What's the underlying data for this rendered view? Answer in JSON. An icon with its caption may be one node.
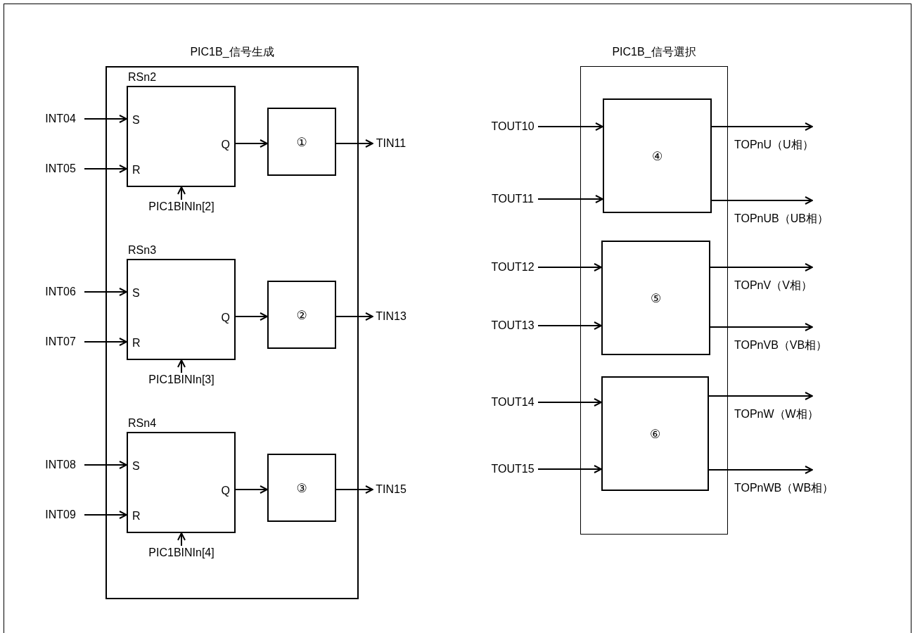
{
  "diagram": {
    "nodes": [
      {
        "text": [
          "PIC1B_信号生成"
        ]
      },
      {
        "text": [
          "RSn2",
          "S",
          "R",
          "Q"
        ],
        "in": 0
      },
      {
        "text": [
          "①"
        ],
        "in": 0
      },
      {
        "text": [
          "INT04"
        ]
      },
      {
        "text": [
          "INT05"
        ]
      },
      {
        "text": [
          "PIC1BINIn[2]"
        ],
        "in": 0
      },
      {
        "text": [
          "TIN11"
        ]
      },
      {
        "text": [
          "RSn3",
          "S",
          "R",
          "Q"
        ],
        "in": 0
      },
      {
        "text": [
          "②"
        ],
        "in": 0
      },
      {
        "text": [
          "INT06"
        ]
      },
      {
        "text": [
          "INT07"
        ]
      },
      {
        "text": [
          "PIC1BINIn[3]"
        ],
        "in": 0
      },
      {
        "text": [
          "TIN13"
        ]
      },
      {
        "text": [
          "RSn4",
          "S",
          "R",
          "Q"
        ],
        "in": 0
      },
      {
        "text": [
          "③"
        ],
        "in": 0
      },
      {
        "text": [
          "INT08"
        ]
      },
      {
        "text": [
          "INT09"
        ]
      },
      {
        "text": [
          "PIC1BINIn[4]"
        ],
        "in": 0
      },
      {
        "text": [
          "TIN15"
        ]
      },
      {
        "text": [
          "PIC1B_信号選択"
        ]
      },
      {
        "text": [
          "④"
        ],
        "in": 19
      },
      {
        "text": [
          "TOUT10"
        ]
      },
      {
        "text": [
          "TOUT11"
        ]
      },
      {
        "text": [
          "⑤"
        ],
        "in": 19
      },
      {
        "text": [
          "TOUT12"
        ]
      },
      {
        "text": [
          "TOUT13"
        ]
      },
      {
        "text": [
          "⑥"
        ],
        "in": 19
      },
      {
        "text": [
          "TOUT14"
        ]
      },
      {
        "text": [
          "TOUT15"
        ]
      },
      {
        "text": [
          "TOPnU（U相）"
        ]
      },
      {
        "text": [
          "TOPnUB（UB相）"
        ]
      },
      {
        "text": [
          "TOPnV（V相）"
        ]
      },
      {
        "text": [
          "TOPnVB（VB相）"
        ]
      },
      {
        "text": [
          "TOPnW（W相）"
        ]
      },
      {
        "text": [
          "TOPnWB（WB相）"
        ]
      }
    ],
    "edges": [
      {
        "from": 3,
        "to": 1,
        "arrow": "to"
      },
      {
        "from": 4,
        "to": 1,
        "arrow": "to"
      },
      {
        "from": 5,
        "to": 1,
        "arrow": "to"
      },
      {
        "from": 1,
        "to": 2,
        "arrow": "to"
      },
      {
        "from": 2,
        "to": 6,
        "arrow": "to"
      },
      {
        "from": 9,
        "to": 7,
        "arrow": "to"
      },
      {
        "from": 10,
        "to": 7,
        "arrow": "to"
      },
      {
        "from": 11,
        "to": 7,
        "arrow": "to"
      },
      {
        "from": 7,
        "to": 8,
        "arrow": "to"
      },
      {
        "from": 8,
        "to": 12,
        "arrow": "to"
      },
      {
        "from": 15,
        "to": 13,
        "arrow": "to"
      },
      {
        "from": 16,
        "to": 13,
        "arrow": "to"
      },
      {
        "from": 17,
        "to": 13,
        "arrow": "to"
      },
      {
        "from": 13,
        "to": 14,
        "arrow": "to"
      },
      {
        "from": 14,
        "to": 18,
        "arrow": "to"
      },
      {
        "from": 21,
        "to": 20,
        "arrow": "to"
      },
      {
        "from": 22,
        "to": 20,
        "arrow": "to"
      },
      {
        "from": 20,
        "to": 29,
        "arrow": "to"
      },
      {
        "from": 20,
        "to": 30,
        "arrow": "to"
      },
      {
        "from": 24,
        "to": 23,
        "arrow": "to"
      },
      {
        "from": 25,
        "to": 23,
        "arrow": "to"
      },
      {
        "from": 23,
        "to": 31,
        "arrow": "to"
      },
      {
        "from": 23,
        "to": 32,
        "arrow": "to"
      },
      {
        "from": 27,
        "to": 26,
        "arrow": "to"
      },
      {
        "from": 28,
        "to": 26,
        "arrow": "to"
      },
      {
        "from": 26,
        "to": 33,
        "arrow": "to"
      },
      {
        "from": 26,
        "to": 34,
        "arrow": "to"
      }
    ]
  }
}
